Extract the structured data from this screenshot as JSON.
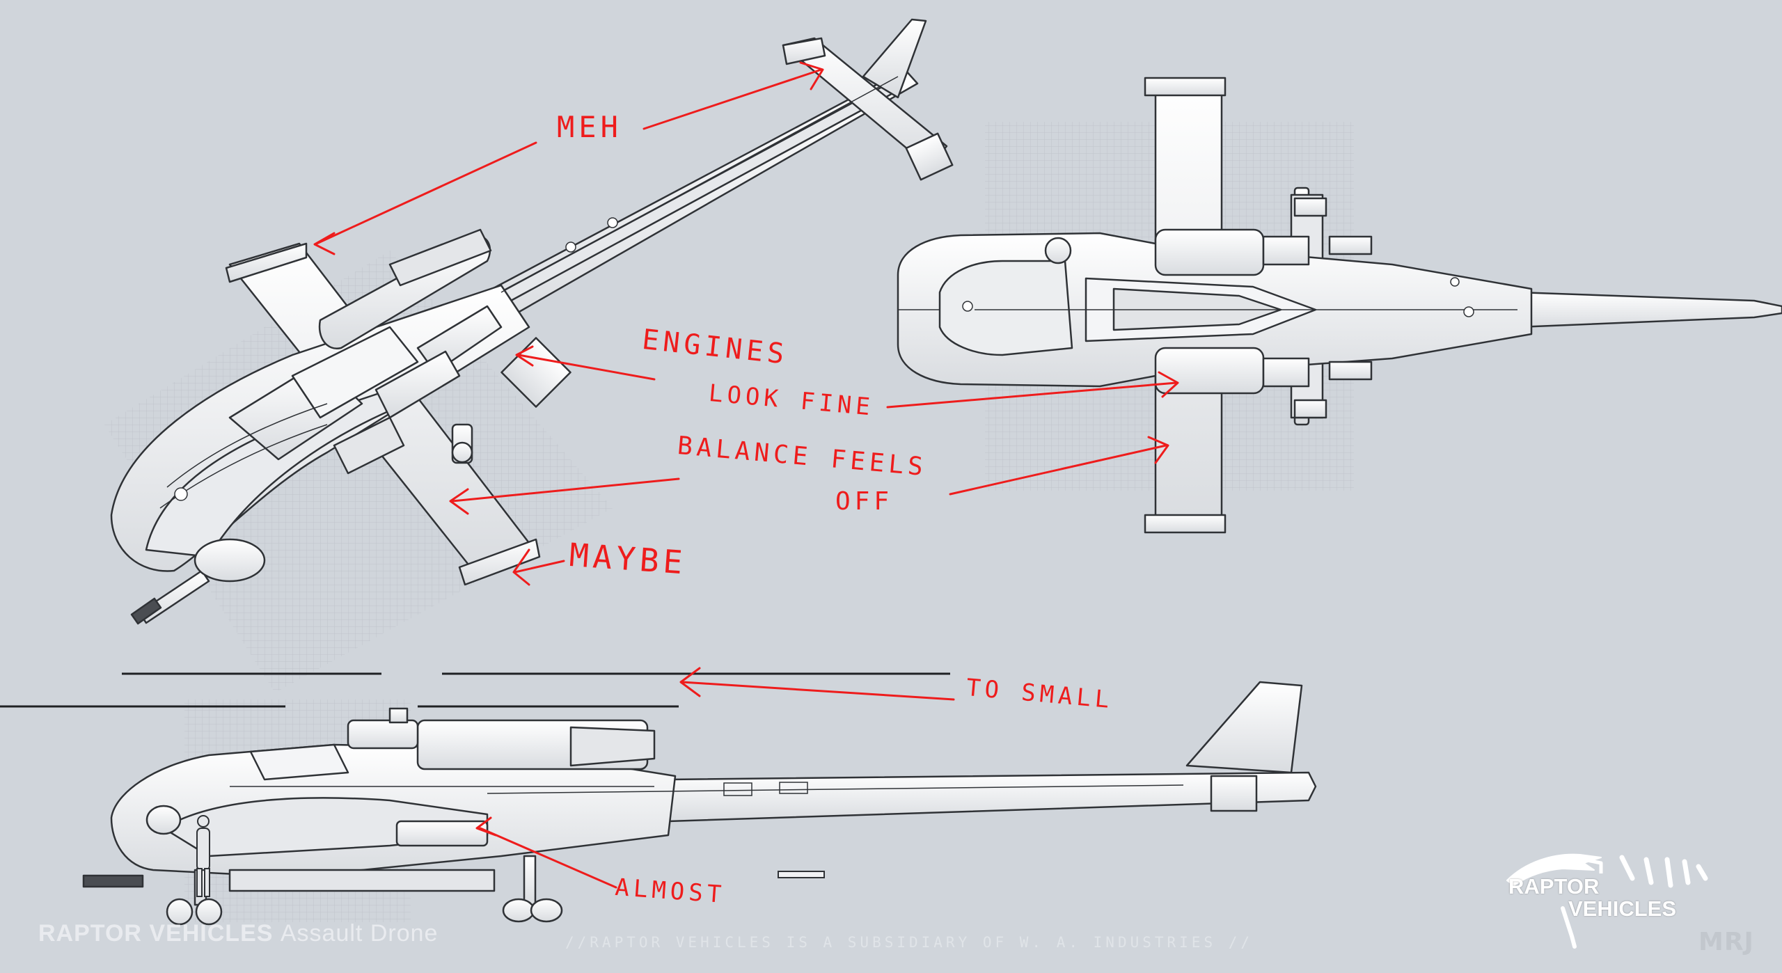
{
  "notes": {
    "meh": "MEH",
    "engines_line1": "ENGINES",
    "engines_line2": "LOOK FINE",
    "balance_line1": "BALANCE FEELS",
    "balance_line2": "OFF",
    "maybe": "MAYBE",
    "too_small": "TO SMALL",
    "almost": "ALMOST"
  },
  "caption": {
    "brand": "RAPTOR VEHICLES",
    "product": "Assault Drone",
    "subsidiary": "//RAPTOR VEHICLES IS A SUBSIDIARY OF W. A. INDUSTRIES //"
  },
  "logo": {
    "line1": "RAPTOR",
    "line2": "VEHICLES"
  },
  "watermark": "MRJ",
  "colors": {
    "background": "#d0d5db",
    "annotation": "#ee1c1c",
    "model_fill": "#f1f2f4",
    "model_line": "#2f3236"
  }
}
